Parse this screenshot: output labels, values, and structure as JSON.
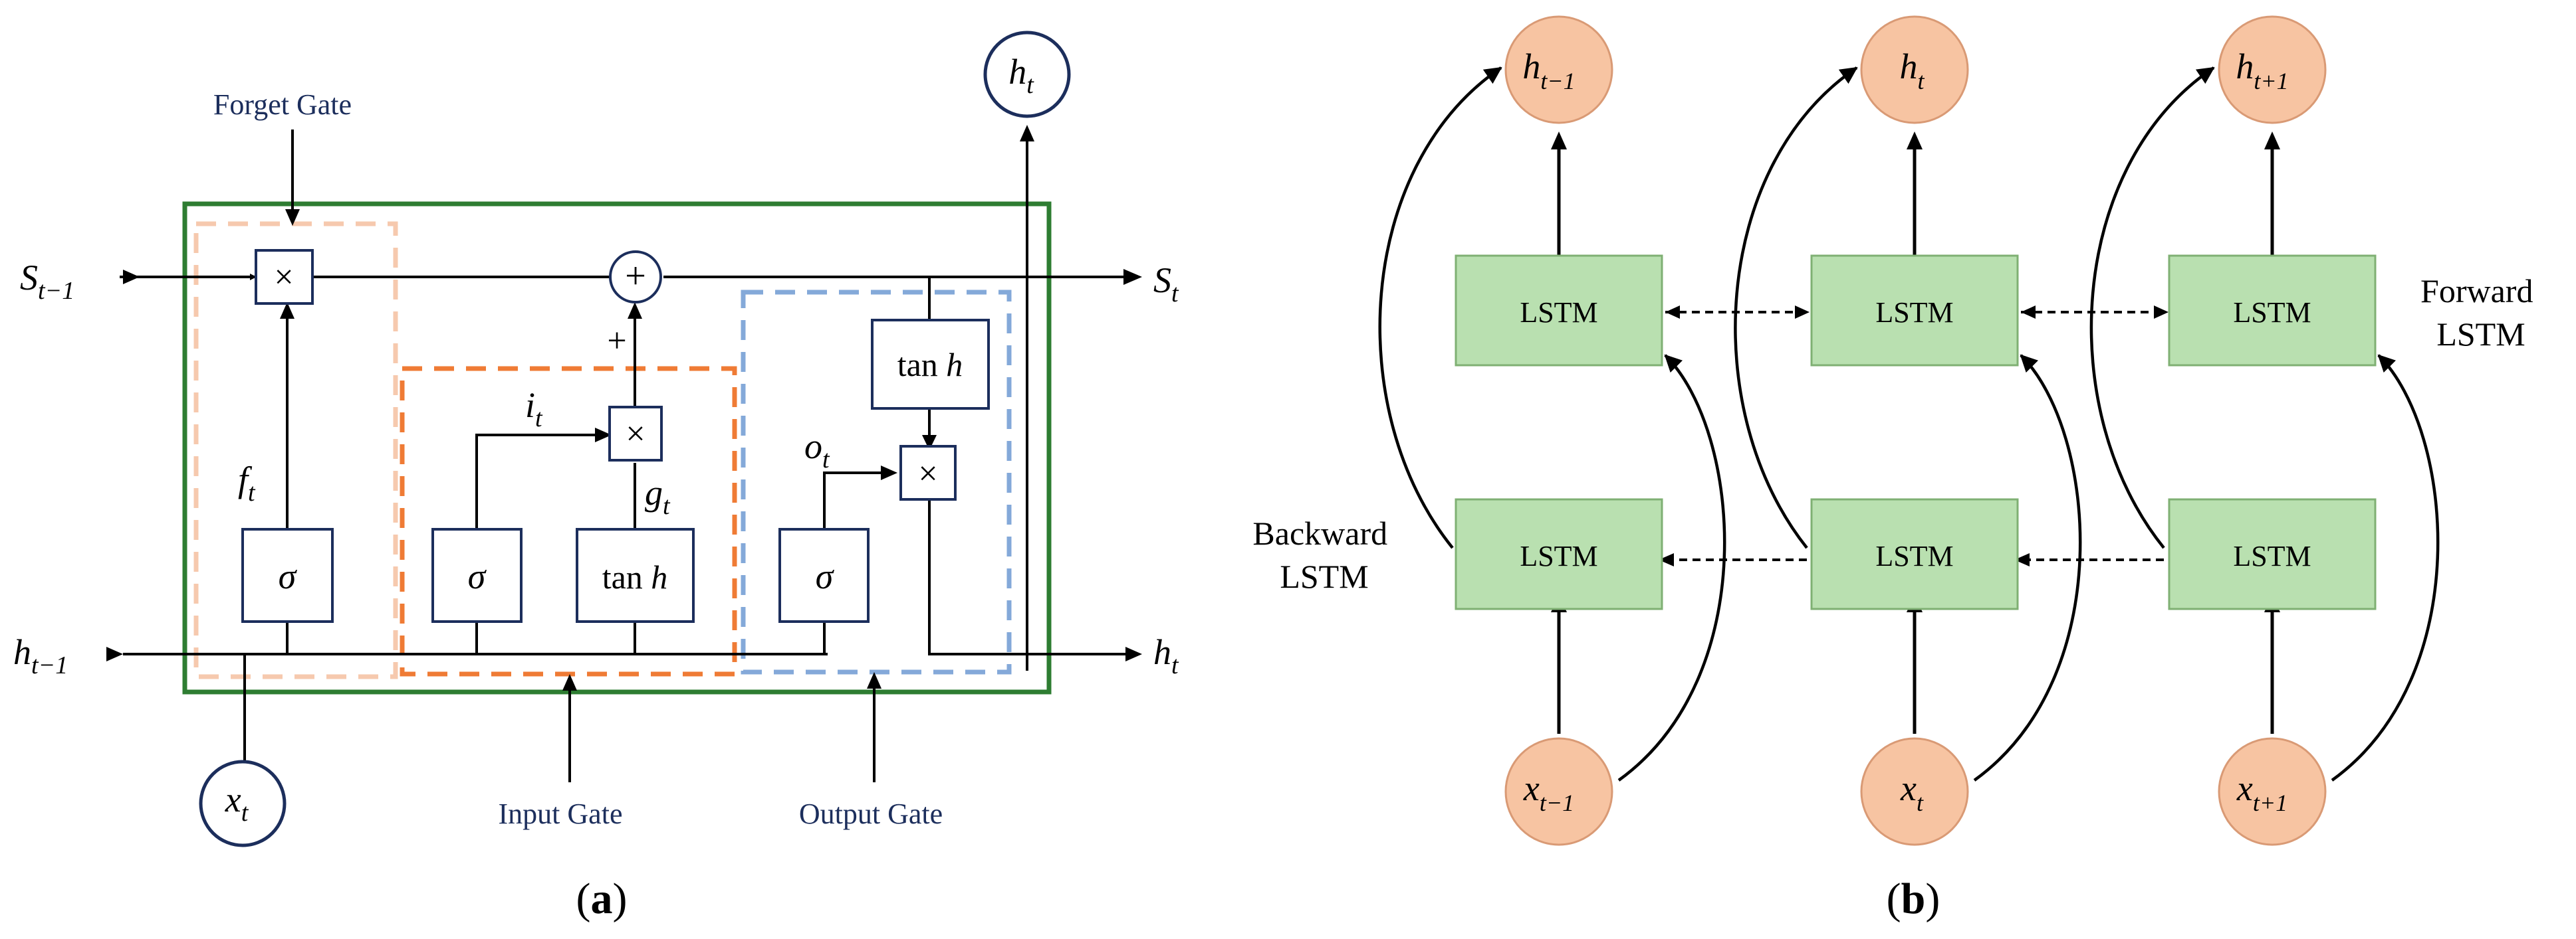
{
  "panel_a": {
    "caption": {
      "open": "(",
      "letter": "a",
      "close": ")"
    },
    "labels": {
      "forget_gate": "Forget Gate",
      "input_gate": "Input Gate",
      "output_gate": "Output Gate"
    },
    "vars": {
      "s_prev": {
        "base": "S",
        "sub": "t−1"
      },
      "s_t": {
        "base": "S",
        "sub": "t"
      },
      "h_prev": {
        "base": "h",
        "sub": "t−1"
      },
      "h_t_right": {
        "base": "h",
        "sub": "t"
      },
      "h_t_top": {
        "base": "h",
        "sub": "t"
      },
      "x_t": {
        "base": "x",
        "sub": "t"
      },
      "f_t": {
        "base": "f",
        "sub": "t"
      },
      "i_t": {
        "base": "i",
        "sub": "t"
      },
      "g_t": {
        "base": "g",
        "sub": "t"
      },
      "o_t": {
        "base": "o",
        "sub": "t"
      }
    },
    "ops": {
      "multiply": "×",
      "add": "+",
      "plus_sign": "+",
      "sigma": "σ",
      "tanh": {
        "fn": "tan",
        "var": "h"
      }
    },
    "colors": {
      "cell_border": "#2e7d32",
      "forget_region": "#f6c9ae",
      "input_region": "#ef7b35",
      "output_region": "#84a9d9",
      "node_stroke": "#1c2e5c"
    }
  },
  "panel_b": {
    "caption": {
      "open": "(",
      "letter": "b",
      "close": ")"
    },
    "forward_label": [
      "Forward",
      "LSTM"
    ],
    "backward_label": [
      "Backward",
      "LSTM"
    ],
    "cell_label": "LSTM",
    "outputs": [
      {
        "base": "h",
        "sub": "t−1"
      },
      {
        "base": "h",
        "sub": "t"
      },
      {
        "base": "h",
        "sub": "t+1"
      }
    ],
    "inputs": [
      {
        "base": "x",
        "sub": "t−1"
      },
      {
        "base": "x",
        "sub": "t"
      },
      {
        "base": "x",
        "sub": "t+1"
      }
    ],
    "colors": {
      "cell_fill": "#b9e0b0",
      "cell_stroke": "#7fb073",
      "node_fill": "#f7c4a2",
      "node_stroke": "#d99a75"
    }
  }
}
